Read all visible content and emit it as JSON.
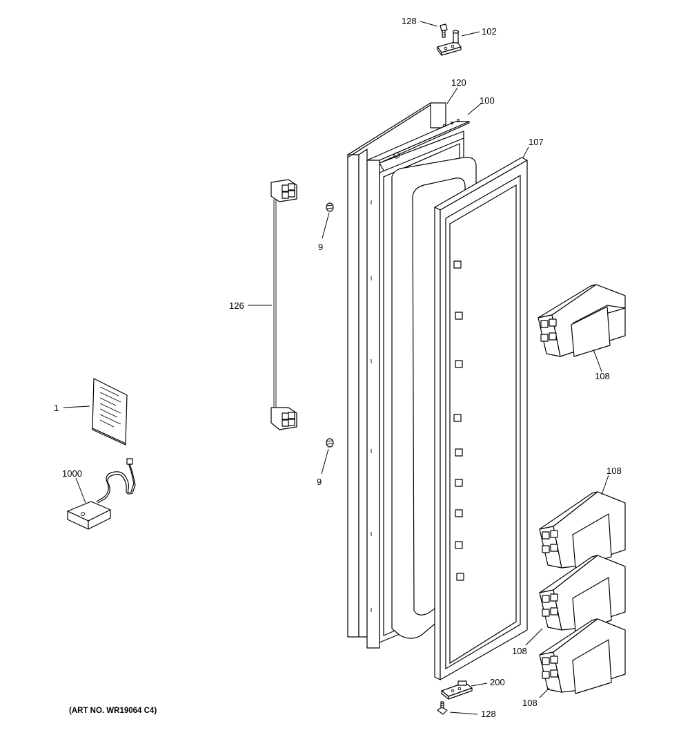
{
  "diagram": {
    "art_number": "(ART NO. WR19064 C4)",
    "callouts": {
      "screw_top": "128",
      "hinge_top": "102",
      "door_cap": "120",
      "door_shell": "100",
      "door_gasket": "107",
      "handle": "126",
      "stud_upper": "9",
      "stud_lower": "9",
      "manual": "1",
      "power_adapter": "1000",
      "bin_1": "108",
      "bin_2": "108",
      "bin_3": "108",
      "bin_4": "108",
      "hinge_bottom": "200",
      "screw_bottom": "128"
    }
  }
}
